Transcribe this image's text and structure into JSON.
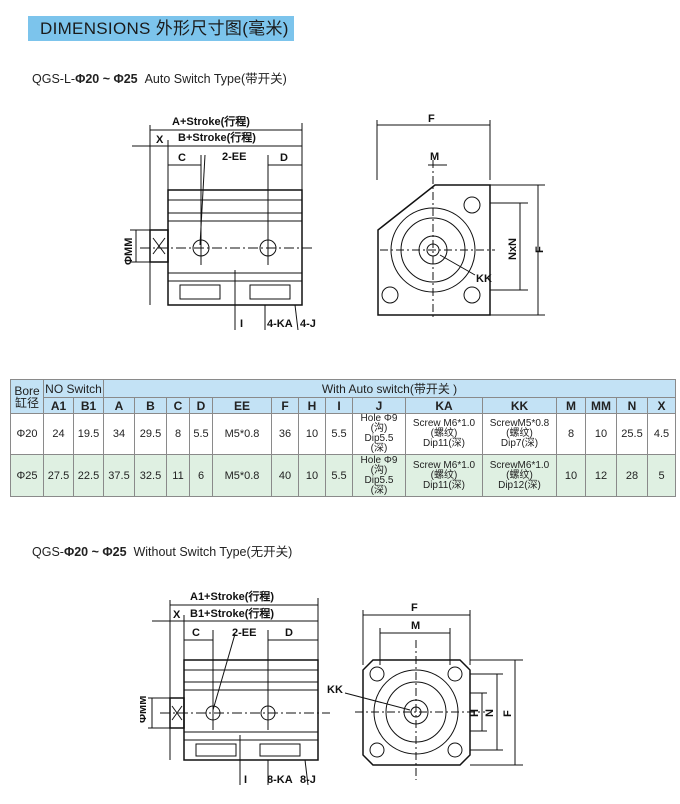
{
  "banner": "DIMENSIONS 外形尺寸图(毫米)",
  "section1": {
    "prefix": "QGS-L-",
    "range": "Φ20 ~ Φ25",
    "suffix": "Auto Switch Type(带开关)"
  },
  "section2": {
    "prefix": "QGS-",
    "range": "Φ20 ~ Φ25",
    "suffix": "Without Switch Type(无开关)"
  },
  "drawing1": {
    "a_stroke": "A+Stroke(行程)",
    "b_stroke": "B+Stroke(行程)",
    "x": "X",
    "c": "C",
    "d": "D",
    "ee": "2-EE",
    "mm": "ΦMM",
    "i": "I",
    "ka": "4-KA",
    "j": "4-J",
    "f": "F",
    "m": "M",
    "nxn": "NxN",
    "f2": "F",
    "kk": "KK"
  },
  "drawing2": {
    "a_stroke": "A1+Stroke(行程)",
    "b_stroke": "B1+Stroke(行程)",
    "x": "X",
    "c": "C",
    "d": "D",
    "ee": "2-EE",
    "mm": "ΦMM",
    "i": "I",
    "ka": "8-KA",
    "j": "8-J",
    "f": "F",
    "m": "M",
    "h": "H",
    "n": "N",
    "f2": "F",
    "kk": "KK"
  },
  "table": {
    "bore_label": "Bore",
    "bore_cn": "缸径",
    "no_switch": "NO Switch",
    "with_switch": "With Auto switch(带开关 )",
    "columns": [
      "A1",
      "B1",
      "A",
      "B",
      "C",
      "D",
      "EE",
      "F",
      "H",
      "I",
      "J",
      "KA",
      "KK",
      "M",
      "MM",
      "N",
      "X"
    ],
    "rows": [
      {
        "bore": "Φ20",
        "cells": [
          "24",
          "19.5",
          "34",
          "29.5",
          "8",
          "5.5",
          "M5*0.8",
          "36",
          "10",
          "5.5",
          [
            "Hole Φ9",
            "(沟)",
            "Dip5.5",
            "(深)"
          ],
          [
            "Screw M6*1.0",
            "(螺纹)",
            "Dip11(深)"
          ],
          [
            "ScrewM5*0.8",
            "(螺纹)",
            "Dip7(深)"
          ],
          "8",
          "10",
          "25.5",
          "4.5"
        ]
      },
      {
        "bore": "Φ25",
        "cells": [
          "27.5",
          "22.5",
          "37.5",
          "32.5",
          "11",
          "6",
          "M5*0.8",
          "40",
          "10",
          "5.5",
          [
            "Hole Φ9",
            "(沟)",
            "Dip5.5",
            "(深)"
          ],
          [
            "Screw M6*1.0",
            "(螺纹)",
            "Dip11(深)"
          ],
          [
            "ScrewM6*1.0",
            "(螺纹)",
            "Dip12(深)"
          ],
          "10",
          "12",
          "28",
          "5"
        ]
      }
    ]
  }
}
